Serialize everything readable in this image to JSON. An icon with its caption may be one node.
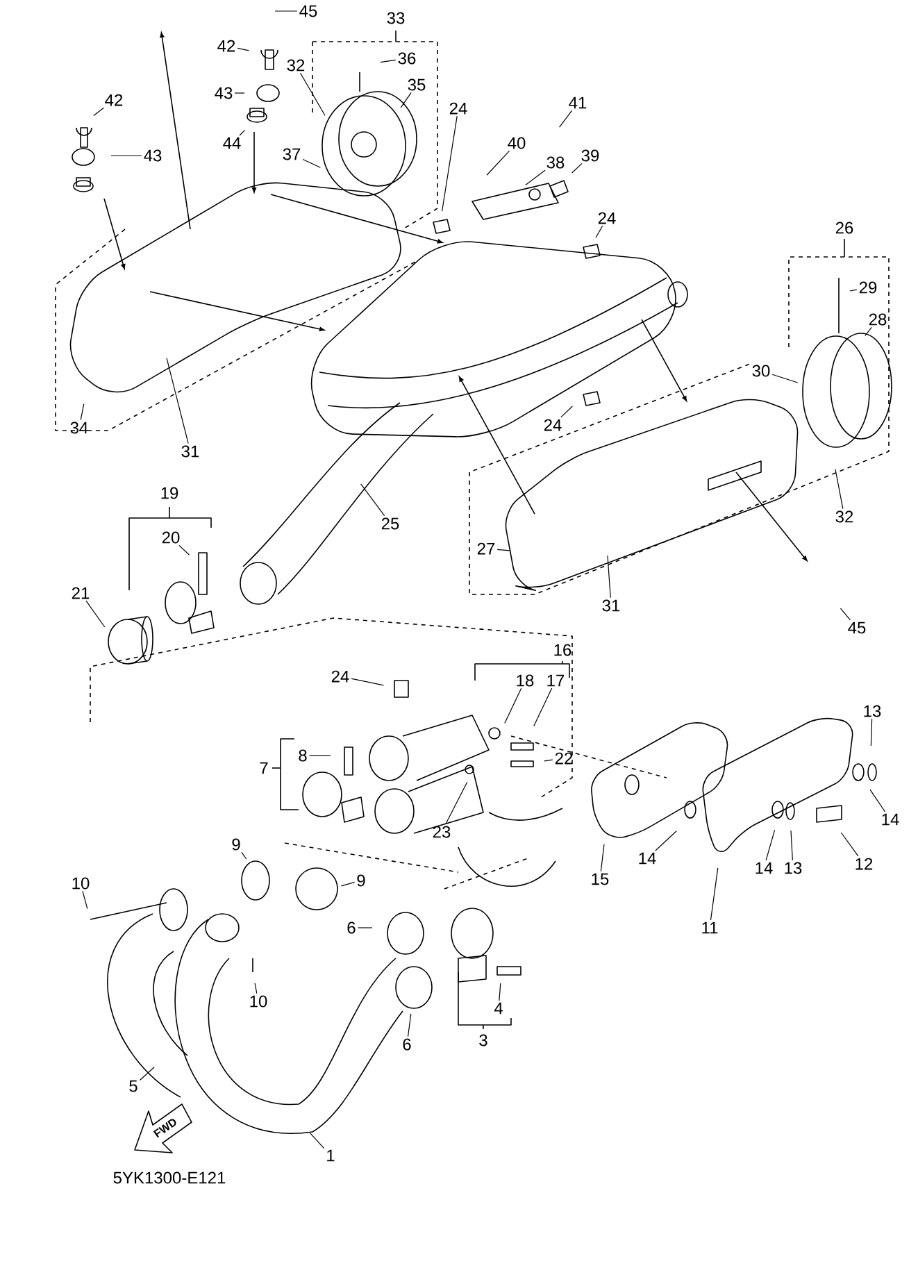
{
  "diagram": {
    "nodes": [
      {
        "text": [
          "45"
        ]
      },
      {
        "text": [
          "36"
        ]
      },
      {
        "text": [
          "42"
        ]
      },
      {
        "text": [
          "32"
        ]
      },
      {
        "text": [
          "35"
        ]
      },
      {
        "text": [
          "43"
        ]
      },
      {
        "text": [
          "41"
        ]
      },
      {
        "text": [
          "24"
        ]
      },
      {
        "text": [
          "42"
        ]
      },
      {
        "text": [
          "44"
        ]
      },
      {
        "text": [
          "40"
        ]
      },
      {
        "text": [
          "39"
        ]
      },
      {
        "text": [
          "37"
        ]
      },
      {
        "text": [
          "43"
        ]
      },
      {
        "text": [
          "38"
        ]
      },
      {
        "text": [
          "24"
        ]
      },
      {
        "text": [
          "29"
        ]
      },
      {
        "text": [
          "28"
        ]
      },
      {
        "text": [
          "30"
        ]
      },
      {
        "text": [
          "24"
        ]
      },
      {
        "text": [
          "34"
        ]
      },
      {
        "text": [
          "31"
        ]
      },
      {
        "text": [
          "25"
        ]
      },
      {
        "text": [
          "32"
        ]
      },
      {
        "text": [
          "20"
        ]
      },
      {
        "text": [
          "27"
        ]
      },
      {
        "text": [
          "21"
        ]
      },
      {
        "text": [
          "31"
        ]
      },
      {
        "text": [
          "45"
        ]
      },
      {
        "text": [
          "24"
        ]
      },
      {
        "text": [
          "18"
        ]
      },
      {
        "text": [
          "17"
        ]
      },
      {
        "text": [
          "13"
        ]
      },
      {
        "text": [
          "8"
        ]
      },
      {
        "text": [
          "22"
        ]
      },
      {
        "text": [
          "14"
        ]
      },
      {
        "text": [
          "23"
        ]
      },
      {
        "text": [
          "9"
        ]
      },
      {
        "text": [
          "14"
        ]
      },
      {
        "text": [
          "14"
        ]
      },
      {
        "text": [
          "13"
        ]
      },
      {
        "text": [
          "12"
        ]
      },
      {
        "text": [
          "15"
        ]
      },
      {
        "text": [
          "10"
        ]
      },
      {
        "text": [
          "9"
        ]
      },
      {
        "text": [
          "11"
        ]
      },
      {
        "text": [
          "6"
        ]
      },
      {
        "text": [
          "10"
        ]
      },
      {
        "text": [
          "4"
        ]
      },
      {
        "text": [
          "6"
        ]
      },
      {
        "text": [
          "5"
        ]
      },
      {
        "text": [
          "1"
        ]
      }
    ],
    "edges": [
      {
        "from": 0,
        "to": null,
        "arrow": "none"
      },
      {
        "from": 1,
        "to": null,
        "arrow": "none"
      },
      {
        "from": 2,
        "to": null,
        "arrow": "none"
      },
      {
        "from": 3,
        "to": null,
        "arrow": "none"
      },
      {
        "from": 4,
        "to": null,
        "arrow": "none"
      },
      {
        "from": 5,
        "to": null,
        "arrow": "none"
      },
      {
        "from": 6,
        "to": null,
        "arrow": "none"
      },
      {
        "from": 7,
        "to": null,
        "arrow": "none"
      },
      {
        "from": 8,
        "to": null,
        "arrow": "none"
      },
      {
        "from": 9,
        "to": null,
        "arrow": "none"
      },
      {
        "from": 10,
        "to": null,
        "arrow": "none"
      },
      {
        "from": 11,
        "to": null,
        "arrow": "none"
      },
      {
        "from": 12,
        "to": null,
        "arrow": "none"
      },
      {
        "from": 13,
        "to": null,
        "arrow": "none"
      },
      {
        "from": 14,
        "to": null,
        "arrow": "none"
      },
      {
        "from": 15,
        "to": null,
        "arrow": "none"
      },
      {
        "from": 16,
        "to": null,
        "arrow": "none"
      },
      {
        "from": 17,
        "to": null,
        "arrow": "none"
      },
      {
        "from": 18,
        "to": null,
        "arrow": "none"
      },
      {
        "from": 19,
        "to": null,
        "arrow": "none"
      },
      {
        "from": 20,
        "to": null,
        "arrow": "none"
      },
      {
        "from": 21,
        "to": null,
        "arrow": "none"
      },
      {
        "from": 22,
        "to": null,
        "arrow": "none"
      },
      {
        "from": 23,
        "to": null,
        "arrow": "none"
      },
      {
        "from": 24,
        "to": null,
        "arrow": "none"
      },
      {
        "from": 25,
        "to": null,
        "arrow": "none"
      },
      {
        "from": 26,
        "to": null,
        "arrow": "none"
      },
      {
        "from": 27,
        "to": null,
        "arrow": "none"
      },
      {
        "from": 28,
        "to": null,
        "arrow": "none"
      },
      {
        "from": 29,
        "to": null,
        "arrow": "none"
      },
      {
        "from": 30,
        "to": null,
        "arrow": "none"
      },
      {
        "from": 31,
        "to": null,
        "arrow": "none"
      },
      {
        "from": 32,
        "to": null,
        "arrow": "none"
      },
      {
        "from": 33,
        "to": null,
        "arrow": "none"
      },
      {
        "from": 34,
        "to": null,
        "arrow": "none"
      },
      {
        "from": 35,
        "to": null,
        "arrow": "none"
      },
      {
        "from": 36,
        "to": null,
        "arrow": "none"
      },
      {
        "from": 37,
        "to": null,
        "arrow": "none"
      },
      {
        "from": 38,
        "to": null,
        "arrow": "none"
      },
      {
        "from": 39,
        "to": null,
        "arrow": "none"
      },
      {
        "from": 40,
        "to": null,
        "arrow": "none"
      },
      {
        "from": 41,
        "to": null,
        "arrow": "none"
      },
      {
        "from": 42,
        "to": null,
        "arrow": "none"
      },
      {
        "from": 43,
        "to": null,
        "arrow": "none"
      },
      {
        "from": 44,
        "to": null,
        "arrow": "none"
      },
      {
        "from": 45,
        "to": null,
        "arrow": "none"
      },
      {
        "from": 46,
        "to": null,
        "arrow": "none"
      },
      {
        "from": 47,
        "to": null,
        "arrow": "none"
      },
      {
        "from": 48,
        "to": null,
        "arrow": "none"
      },
      {
        "from": 49,
        "to": null,
        "arrow": "none"
      },
      {
        "from": 50,
        "to": null,
        "arrow": "none"
      },
      {
        "from": 51,
        "to": null,
        "arrow": "none"
      }
    ],
    "labels": [
      "33",
      "26",
      "19",
      "16",
      "7",
      "3",
      "FWD",
      "5YK1300-E121"
    ]
  }
}
